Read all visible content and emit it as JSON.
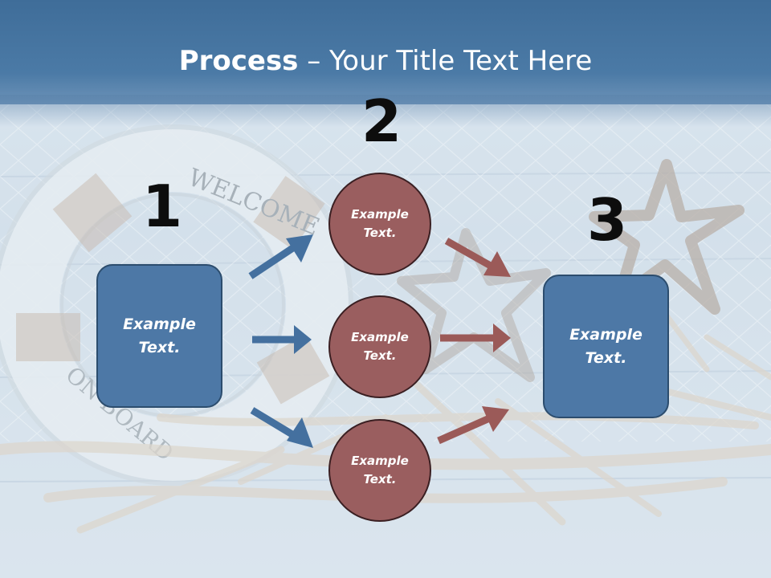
{
  "title": {
    "bold": "Process",
    "rest": " – Your Title Text Here"
  },
  "steps": [
    {
      "number": "1",
      "line1": "Example",
      "line2": "Text."
    },
    {
      "number": "2",
      "items": [
        {
          "line1": "Example",
          "line2": "Text."
        },
        {
          "line1": "Example",
          "line2": "Text."
        },
        {
          "line1": "Example",
          "line2": "Text."
        }
      ]
    },
    {
      "number": "3",
      "line1": "Example",
      "line2": "Text."
    }
  ],
  "background": {
    "ring_text_top": "WELCOME",
    "ring_text_bottom": "ON BOARD"
  },
  "colors": {
    "header": "#4b7aa6",
    "box_fill": "#4d78a6",
    "circle_fill": "#9a5e5f",
    "arrow_blue": "#44709f",
    "arrow_red": "#9b5a58"
  }
}
